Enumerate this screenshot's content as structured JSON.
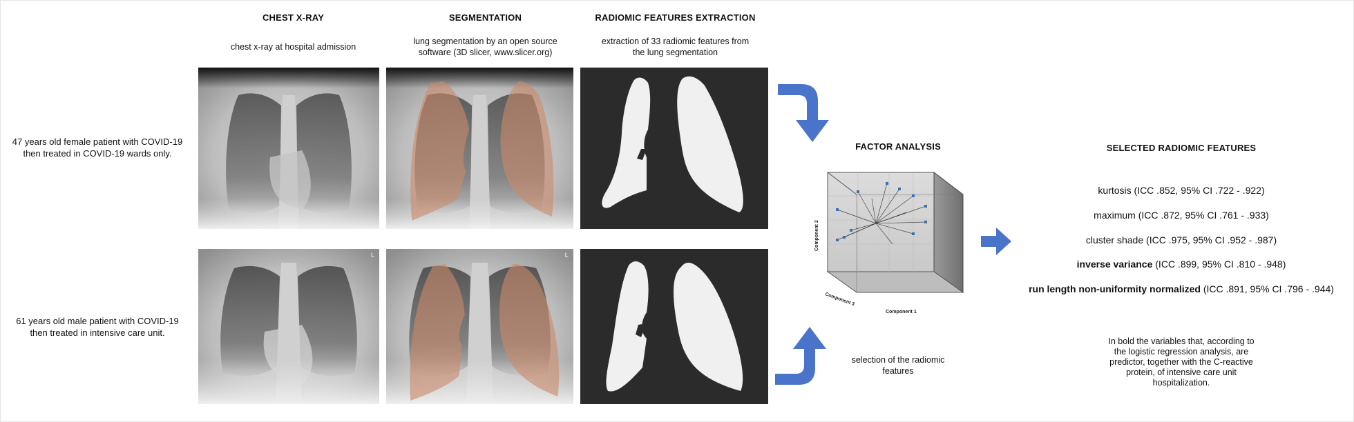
{
  "columns": {
    "xray": {
      "title": "CHEST X-RAY",
      "desc": "chest x-ray at hospital admission"
    },
    "segmentation": {
      "title": "SEGMENTATION",
      "desc_line1": "lung segmentation by an open source",
      "desc_line2": "software (3D slicer, www.slicer.org)"
    },
    "extraction": {
      "title": "RADIOMIC FEATURES EXTRACTION",
      "desc_line1": "extraction of 33 radiomic features from",
      "desc_line2": "the lung segmentation"
    }
  },
  "patients": [
    {
      "line1": "47 years old female patient with COVID-19",
      "line2": "then treated in COVID-19 wards only."
    },
    {
      "line1": "61 years old male patient with COVID-19",
      "line2": "then treated in intensive care unit."
    }
  ],
  "factor_analysis": {
    "title": "FACTOR ANALYSIS",
    "axis_y": "Component 2",
    "axis_x": "Component 1",
    "axis_z": "Component 3",
    "caption_line1": "selection of the radiomic",
    "caption_line2": "features"
  },
  "selected": {
    "title": "SELECTED RADIOMIC FEATURES",
    "features": [
      {
        "name": "kurtosis",
        "stats": "(ICC .852, 95% CI .722 - .922)",
        "bold": false
      },
      {
        "name": "maximum",
        "stats": "(ICC .872, 95% CI .761 - .933)",
        "bold": false
      },
      {
        "name": "cluster shade",
        "stats": "(ICC .975, 95% CI .952 - .987)",
        "bold": false
      },
      {
        "name": "inverse variance",
        "stats": "(ICC .899, 95% CI .810 - .948)",
        "bold": true
      },
      {
        "name": "run length non-uniformity normalized",
        "stats": "(ICC .891, 95% CI .796 - .944)",
        "bold": true
      }
    ],
    "note_lines": [
      "In bold the variables that, according to",
      "the logistic regression analysis, are",
      "predictor, together with the C-reactive",
      "protein, of intensive care unit",
      "hospitalization."
    ]
  },
  "colors": {
    "arrow": "#4a74c9",
    "mask_bg": "#2b2b2b",
    "mask_lung": "#f0f0f0",
    "segment": "#c98a6a"
  },
  "icons": [
    "down-curved-arrow-icon",
    "right-arrow-icon",
    "up-curved-arrow-icon"
  ]
}
